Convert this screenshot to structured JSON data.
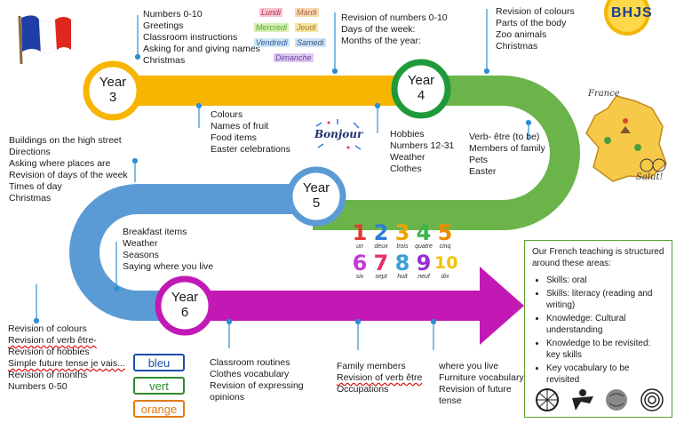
{
  "colors": {
    "year3": "#f7b500",
    "year4": "#6bb44a",
    "year5": "#5b9bd5",
    "year6": "#c219b5",
    "green_box_border": "#5aa02c",
    "pin": "#2e8fd6"
  },
  "years": {
    "y3": {
      "line1": "Year",
      "line2": "3"
    },
    "y4": {
      "line1": "Year",
      "line2": "4"
    },
    "y5": {
      "line1": "Year",
      "line2": "5"
    },
    "y6": {
      "line1": "Year",
      "line2": "6"
    }
  },
  "topics": {
    "y3_top": [
      "Numbers 0-10",
      "Greetings",
      "Classroom instructions",
      "Asking for and giving names",
      "Christmas"
    ],
    "y3_bottom": [
      "Colours",
      "Names of fruit",
      "Food items",
      "Easter celebrations"
    ],
    "y4_top": [
      "Revision of numbers 0-10",
      "Days of the week:",
      "Months of the year:"
    ],
    "y4_topright": [
      "Revision of colours",
      "Parts of the body",
      "Zoo animals",
      "Christmas"
    ],
    "y4_mid": [
      "Hobbies",
      "Numbers 12-31",
      "Weather",
      "Clothes"
    ],
    "y4_right": [
      "Verb- être (to be)",
      "Members of family",
      "Pets",
      "Easter"
    ],
    "y5_left": [
      "Buildings on the high street",
      "Directions",
      "Asking where places are",
      "Revision of days of the week",
      "Times of day",
      "Christmas"
    ],
    "y5_mid": [
      "Breakfast items",
      "Weather",
      "Seasons",
      "Saying where you live"
    ],
    "y6_left": [
      "Revision of colours",
      "Revision of  verb être-",
      "Revision of hobbies",
      "Simple future tense je vais...",
      "Revision of months",
      "Numbers 0-50"
    ],
    "y6_a": [
      "Classroom routines",
      "Clothes vocabulary",
      "Revision of expressing",
      "opinions"
    ],
    "y6_b": [
      "Family members",
      "Revision of verb être",
      "Occupations"
    ],
    "y6_c": [
      "where you live",
      "Furniture vocabulary",
      "Revision of future",
      "tense"
    ]
  },
  "days": [
    "Lundi",
    "Mardi",
    "Mercredi",
    "Jeudi",
    "Vendredi",
    "Samedi",
    "Dimanche"
  ],
  "bonjour": "Bonjour",
  "numbers": {
    "digits": [
      "1",
      "2",
      "3",
      "4",
      "5",
      "6",
      "7",
      "8",
      "9",
      "10"
    ],
    "words": [
      "un",
      "deux",
      "trois",
      "quatre",
      "cinq",
      "six",
      "sept",
      "huit",
      "neuf",
      "dix"
    ]
  },
  "crayons": [
    "bleu",
    "vert",
    "orange"
  ],
  "logo_text": "BHJS",
  "map_labels": {
    "top": "France",
    "bottom": "Salut!"
  },
  "structure_box": {
    "intro": "Our French teaching is structured around these areas:",
    "items": [
      "Skills: oral",
      "Skills: literacy (reading and writing)",
      "Knowledge: Cultural understanding",
      "Knowledge to be revisited: key skills",
      "Key vocabulary to be revisited"
    ]
  }
}
